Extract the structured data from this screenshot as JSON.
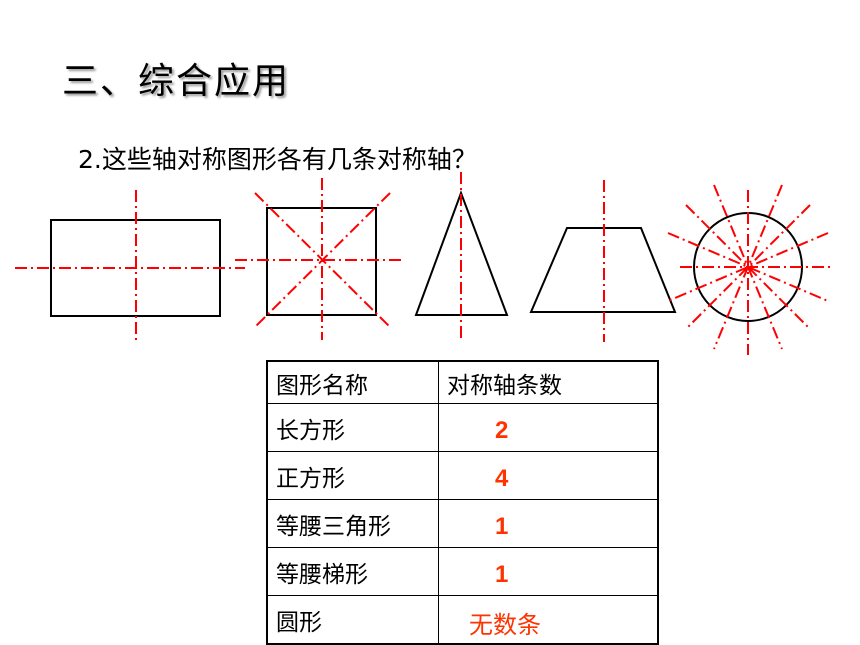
{
  "title": "三、综合应用",
  "question": "2.这些轴对称图形各有几条对称轴？",
  "table": {
    "headers": [
      "图形名称",
      "对称轴条数"
    ],
    "rows": [
      {
        "shape": "长方形",
        "axes": "2"
      },
      {
        "shape": "正方形",
        "axes": "4"
      },
      {
        "shape": "等腰三角形",
        "axes": "1"
      },
      {
        "shape": "等腰梯形",
        "axes": "1"
      },
      {
        "shape": "圆形",
        "axes": "无数条"
      }
    ]
  },
  "colors": {
    "axis_line": "#ff0000",
    "answer_text": "#ff3300",
    "shape_stroke": "#000000"
  }
}
